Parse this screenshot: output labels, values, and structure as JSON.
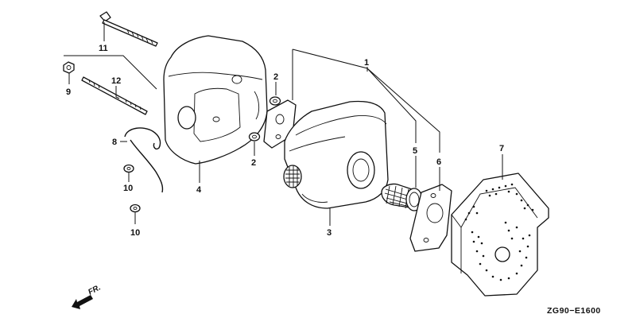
{
  "drawing_code": "ZG90−E1600",
  "direction_label": "FR.",
  "callouts": {
    "c1": "1",
    "c2a": "2",
    "c2b": "2",
    "c3": "3",
    "c4": "4",
    "c5": "5",
    "c6": "6",
    "c7": "7",
    "c8": "8",
    "c9": "9",
    "c10a": "10",
    "c10b": "10",
    "c11": "11",
    "c12": "12"
  }
}
